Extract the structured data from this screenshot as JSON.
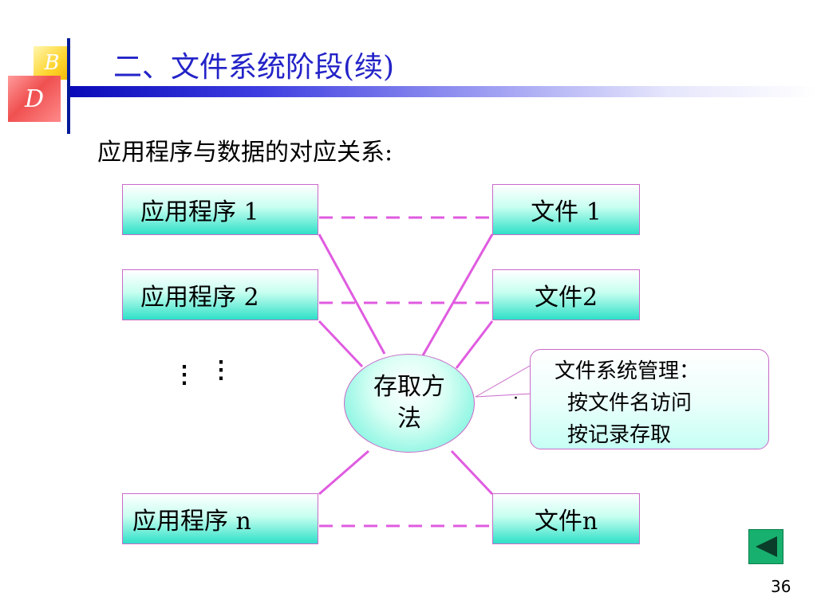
{
  "header": {
    "logo_top": "B",
    "logo_bottom": "D",
    "title": "二、文件系统阶段(续)"
  },
  "subtitle": "应用程序与数据的对应关系:",
  "applications": [
    "应用程序 1",
    "应用程序 2",
    "应用程序 n"
  ],
  "files": [
    "文件 1",
    "文件2",
    "文件n"
  ],
  "center_node": "存取方法",
  "callout": {
    "title": "文件系统管理：",
    "items": [
      "按文件名访问",
      "按记录存取"
    ]
  },
  "ellipsis_symbol": "⋮",
  "small_dot": "·",
  "footer": {
    "page_number": "36",
    "back_icon": "triangle-left-icon"
  },
  "colors": {
    "title": "#2323c8",
    "connector": "#e05be0",
    "box_border": "#c96ac9",
    "box_gradient_end": "#2fe0c8",
    "back_button": "#18b06e"
  }
}
